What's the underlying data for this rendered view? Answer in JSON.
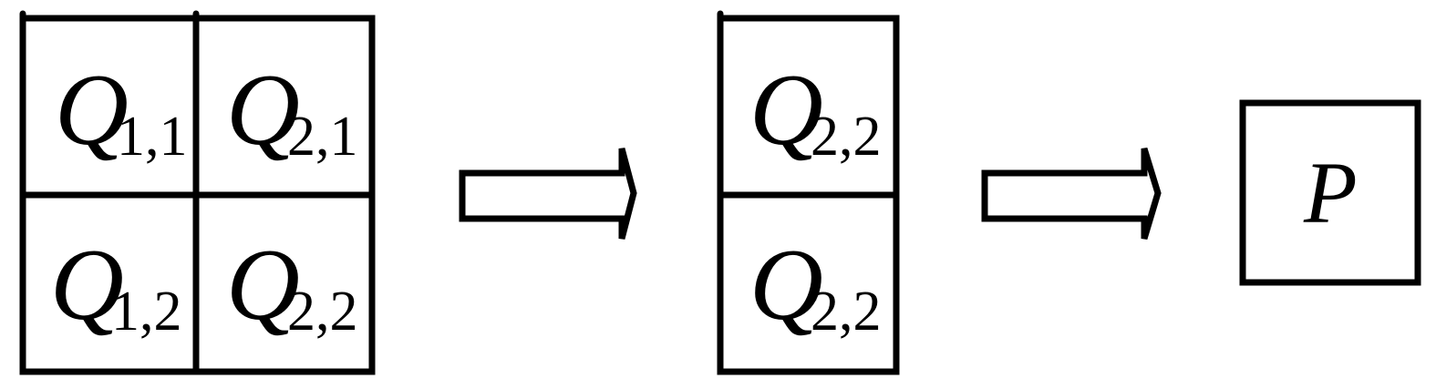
{
  "grid_2x2": {
    "cells": [
      {
        "main": "Q",
        "sub": "1,1"
      },
      {
        "main": "Q",
        "sub": "2,1"
      },
      {
        "main": "Q",
        "sub": "1,2"
      },
      {
        "main": "Q",
        "sub": "2,2"
      }
    ]
  },
  "column_2x1": {
    "cells": [
      {
        "main": "Q",
        "sub": "2,2"
      },
      {
        "main": "Q",
        "sub": "2,2"
      }
    ]
  },
  "result_box": {
    "label": "P"
  },
  "colors": {
    "stroke": "#000000",
    "background": "#ffffff"
  }
}
